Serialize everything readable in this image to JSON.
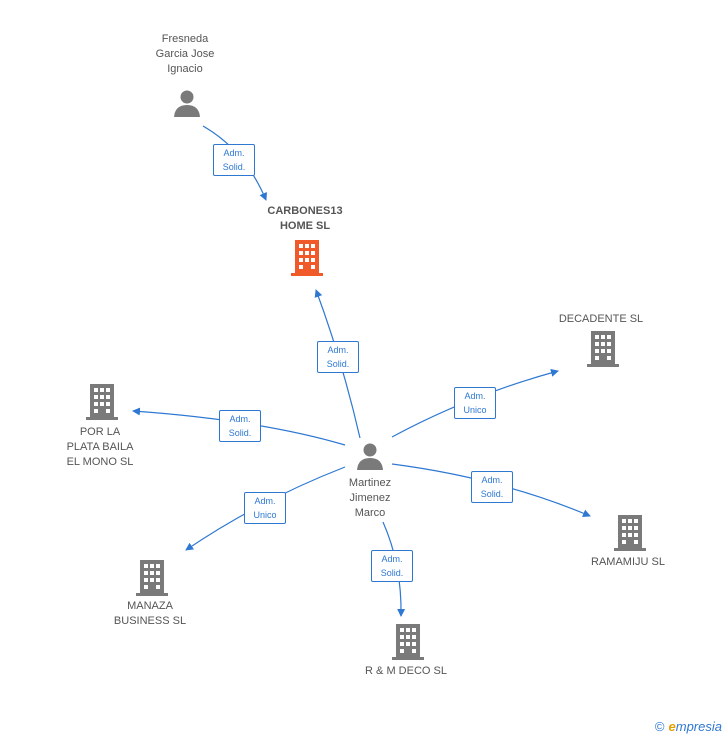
{
  "nodes": {
    "fresneda": {
      "label": "Fresneda\nGarcia Jose\nIgnacio",
      "kind": "person"
    },
    "carbones": {
      "label": "CARBONES13\nHOME  SL",
      "kind": "company-highlight"
    },
    "decadente": {
      "label": "DECADENTE  SL",
      "kind": "company"
    },
    "porla": {
      "label": "POR LA\nPLATA BAILA\nEL MONO  SL",
      "kind": "company"
    },
    "martinez": {
      "label": "Martinez\nJimenez\nMarco",
      "kind": "person"
    },
    "ramamiju": {
      "label": "RAMAMIJU  SL",
      "kind": "company"
    },
    "manaza": {
      "label": "MANAZA\nBUSINESS  SL",
      "kind": "company"
    },
    "rmdeco": {
      "label": "R & M DECO  SL",
      "kind": "company"
    }
  },
  "edges": {
    "fresneda_carbones": {
      "label": "Adm.\nSolid."
    },
    "martinez_carbones": {
      "label": "Adm.\nSolid."
    },
    "martinez_decadente": {
      "label": "Adm.\nUnico"
    },
    "martinez_porla": {
      "label": "Adm.\nSolid."
    },
    "martinez_ramamiju": {
      "label": "Adm.\nSolid."
    },
    "martinez_manaza": {
      "label": "Adm.\nUnico"
    },
    "martinez_rmdeco": {
      "label": "Adm.\nSolid."
    }
  },
  "colors": {
    "edge": "#2e78d2",
    "icon": "#7a7a7a",
    "highlight": "#f05a28"
  },
  "footer": {
    "copyright": "©",
    "brand_first": "e",
    "brand_rest": "mpresia"
  }
}
